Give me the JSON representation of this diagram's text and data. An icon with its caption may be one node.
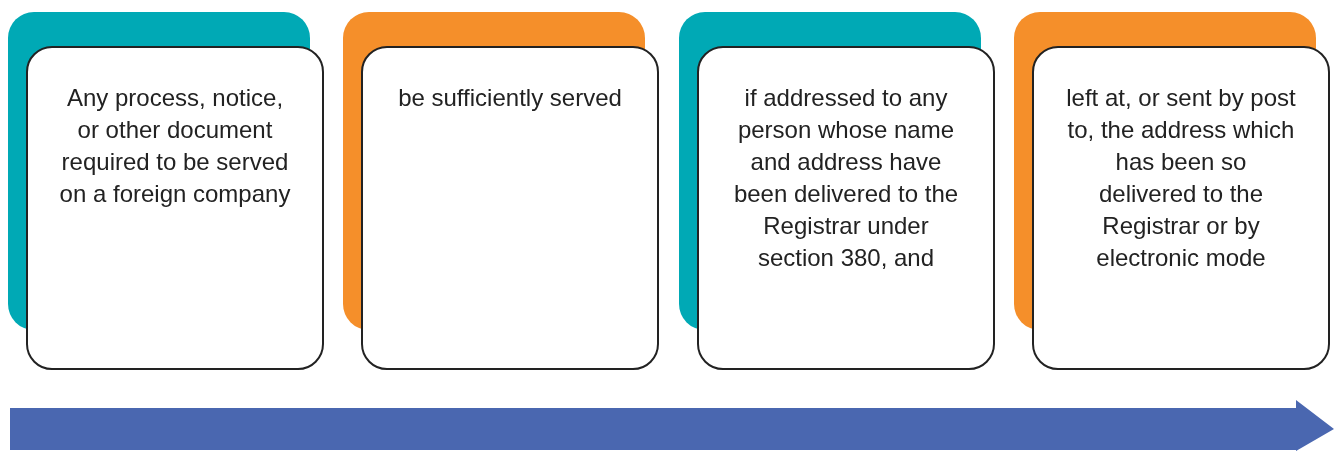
{
  "diagram": {
    "nodes": [
      {
        "text": [
          "Any process, notice, or other document required to be served on a foreign company"
        ]
      },
      {
        "text": [
          "be sufficiently served"
        ]
      },
      {
        "text": [
          "if addressed to any person whose name and address have been delivered to the Registrar under section 380, and"
        ]
      },
      {
        "text": [
          "left at, or sent by post to, the address which has been so delivered to the Registrar or by electronic mode"
        ]
      }
    ]
  }
}
